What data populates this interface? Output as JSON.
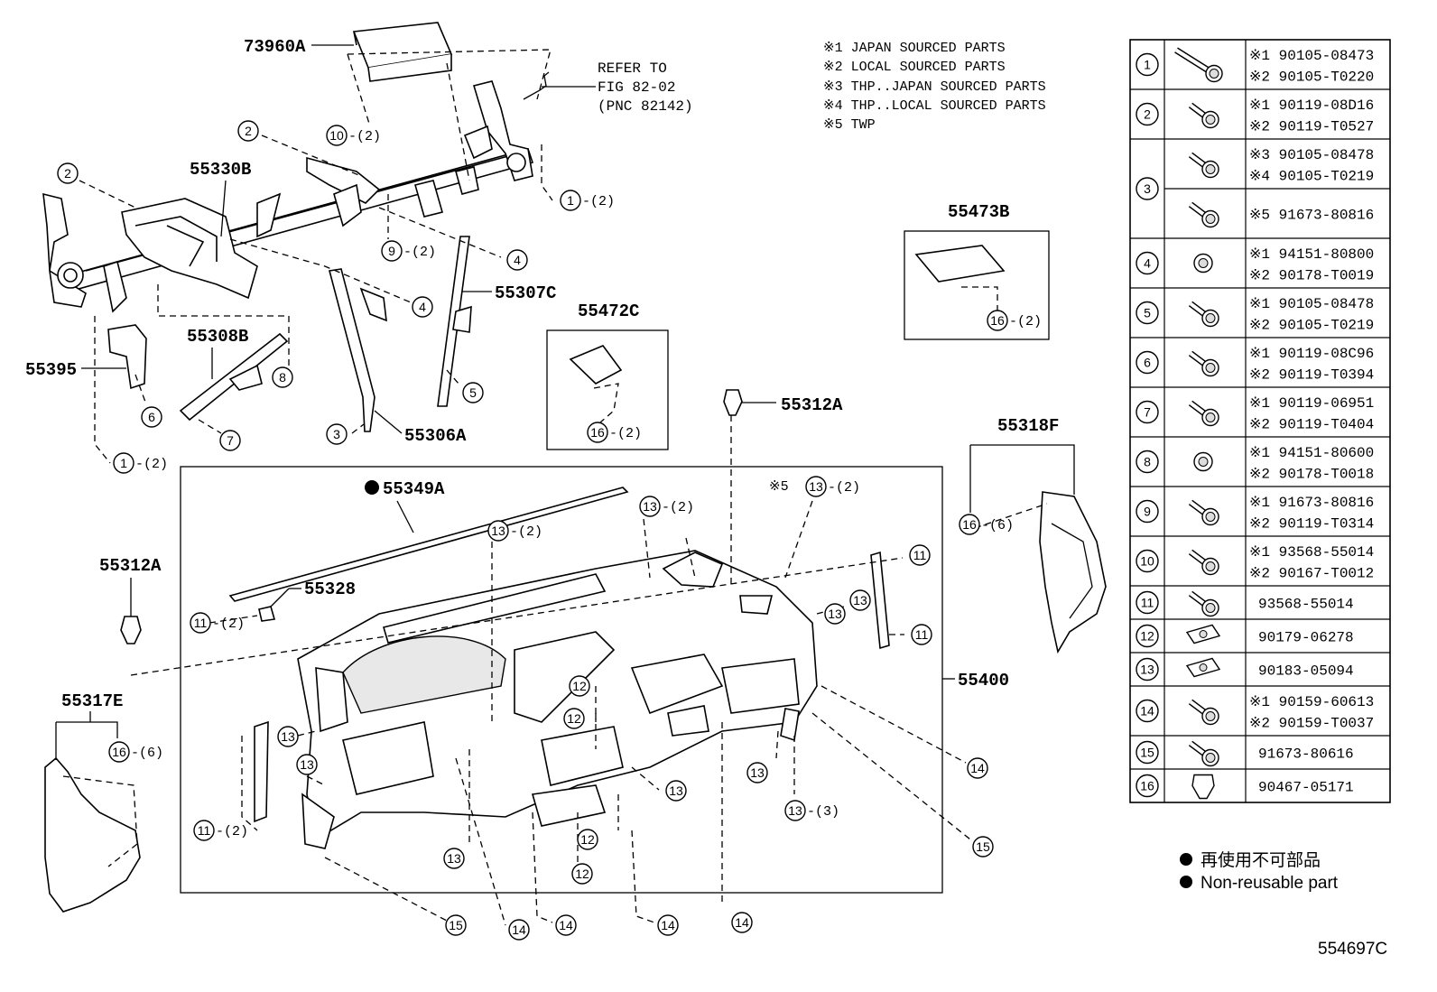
{
  "refer_note": [
    "REFER TO",
    "FIG 82-02",
    "(PNC 82142)"
  ],
  "sourcing_notes": [
    "※1 JAPAN SOURCED PARTS",
    "※2 LOCAL SOURCED PARTS",
    "※3 THP..JAPAN SOURCED PARTS",
    "※4 THP..LOCAL SOURCED PARTS",
    "※5 TWP"
  ],
  "part_labels": {
    "p73960A": "73960A",
    "p55330B": "55330B",
    "p55395": "55395",
    "p55308B": "55308B",
    "p55306A": "55306A",
    "p55307C": "55307C",
    "p55472C": "55472C",
    "p55473B": "55473B",
    "p55312A_top": "55312A",
    "p55312A_left": "55312A",
    "p55349A": "55349A",
    "p55328": "55328",
    "p55400": "55400",
    "p55318F": "55318F",
    "p55317E": "55317E"
  },
  "callouts": [
    {
      "n": "10",
      "q": "-(2)"
    },
    {
      "n": "1",
      "q": "-(2)"
    },
    {
      "n": "2",
      "q": ""
    },
    {
      "n": "2",
      "q": ""
    },
    {
      "n": "9",
      "q": "-(2)"
    },
    {
      "n": "4",
      "q": ""
    },
    {
      "n": "4",
      "q": ""
    },
    {
      "n": "5",
      "q": ""
    },
    {
      "n": "8",
      "q": ""
    },
    {
      "n": "6",
      "q": ""
    },
    {
      "n": "7",
      "q": ""
    },
    {
      "n": "3",
      "q": ""
    },
    {
      "n": "1",
      "q": "-(2)"
    },
    {
      "n": "16",
      "q": "-(2)"
    },
    {
      "n": "16",
      "q": "-(2)"
    },
    {
      "n": "13",
      "q": "-(2)"
    },
    {
      "n": "13",
      "q": "-(2)"
    },
    {
      "n": "13",
      "q": "-(2)"
    },
    {
      "n": "11",
      "q": ""
    },
    {
      "n": "11",
      "q": "-(2)"
    },
    {
      "n": "13",
      "q": ""
    },
    {
      "n": "13",
      "q": ""
    },
    {
      "n": "11",
      "q": ""
    },
    {
      "n": "16",
      "q": "-(6)"
    },
    {
      "n": "12",
      "q": ""
    },
    {
      "n": "12",
      "q": ""
    },
    {
      "n": "13",
      "q": ""
    },
    {
      "n": "13",
      "q": ""
    },
    {
      "n": "16",
      "q": "-(6)"
    },
    {
      "n": "13",
      "q": ""
    },
    {
      "n": "13",
      "q": ""
    },
    {
      "n": "14",
      "q": ""
    },
    {
      "n": "13",
      "q": "-(3)"
    },
    {
      "n": "11",
      "q": "-(2)"
    },
    {
      "n": "12",
      "q": ""
    },
    {
      "n": "13",
      "q": ""
    },
    {
      "n": "15",
      "q": ""
    },
    {
      "n": "12",
      "q": ""
    },
    {
      "n": "15",
      "q": ""
    },
    {
      "n": "14",
      "q": ""
    },
    {
      "n": "14",
      "q": ""
    },
    {
      "n": "14",
      "q": ""
    },
    {
      "n": "14",
      "q": ""
    }
  ],
  "twp_prefix": "※5",
  "fastener_table": [
    {
      "no": "1",
      "lines": [
        "※1 90105-08473",
        "※2 90105-T0220"
      ]
    },
    {
      "no": "2",
      "lines": [
        "※1 90119-08D16",
        "※2 90119-T0527"
      ]
    },
    {
      "no": "3",
      "lines": [
        "※3 90105-08478",
        "※4 90105-T0219"
      ],
      "sub": [
        "※5 91673-80816"
      ]
    },
    {
      "no": "4",
      "lines": [
        "※1 94151-80800",
        "※2 90178-T0019"
      ]
    },
    {
      "no": "5",
      "lines": [
        "※1 90105-08478",
        "※2 90105-T0219"
      ]
    },
    {
      "no": "6",
      "lines": [
        "※1 90119-08C96",
        "※2 90119-T0394"
      ]
    },
    {
      "no": "7",
      "lines": [
        "※1 90119-06951",
        "※2 90119-T0404"
      ]
    },
    {
      "no": "8",
      "lines": [
        "※1 94151-80600",
        "※2 90178-T0018"
      ]
    },
    {
      "no": "9",
      "lines": [
        "※1 91673-80816",
        "※2 90119-T0314"
      ]
    },
    {
      "no": "10",
      "lines": [
        "※1 93568-55014",
        "※2 90167-T0012"
      ]
    },
    {
      "no": "11",
      "lines": [
        "93568-55014"
      ]
    },
    {
      "no": "12",
      "lines": [
        "90179-06278"
      ]
    },
    {
      "no": "13",
      "lines": [
        "90183-05094"
      ]
    },
    {
      "no": "14",
      "lines": [
        "※1 90159-60613",
        "※2 90159-T0037"
      ]
    },
    {
      "no": "15",
      "lines": [
        "91673-80616"
      ]
    },
    {
      "no": "16",
      "lines": [
        "90467-05171"
      ]
    }
  ],
  "legend": {
    "jp": "再使用不可部品",
    "en": "Non-reusable part"
  },
  "figure_id": "554697C"
}
